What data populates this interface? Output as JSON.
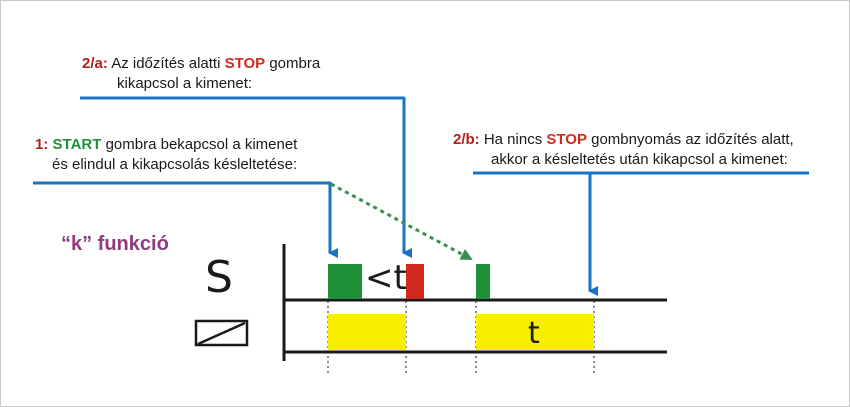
{
  "notes": {
    "n2a": {
      "tag": "2/a:",
      "line1_before": "Az időzítés alatti",
      "keyword": "STOP",
      "line1_after": "gombra",
      "line2": "kikapcsol a kimenet:"
    },
    "n1": {
      "tag": "1:",
      "keyword": "START",
      "line1_after": "gombra bekapcsol a kimenet",
      "line2": "és elindul a kikapcsolás késleltetése:"
    },
    "n2b": {
      "tag": "2/b:",
      "line1_before": "Ha nincs",
      "keyword": "STOP",
      "line1_after": "gombnyomás az időzítés alatt,",
      "line2": "akkor a késleltetés után kikapcsol a kimenet:"
    }
  },
  "function_title": "“k” funkció",
  "signal_labels": {
    "input": "S",
    "short_pulse": "<t",
    "delay": "t"
  },
  "icons": {
    "relay_output": "relay-coil-icon"
  },
  "colors": {
    "callout_line": "#1a73c0",
    "start_pulse": "#1f8f3a",
    "stop_pulse": "#d22a1f",
    "output_on": "#f7ee00",
    "dotted_arrow": "#3a8f52",
    "function_title": "#8e3a7e",
    "tag_text": "#b0201e"
  }
}
